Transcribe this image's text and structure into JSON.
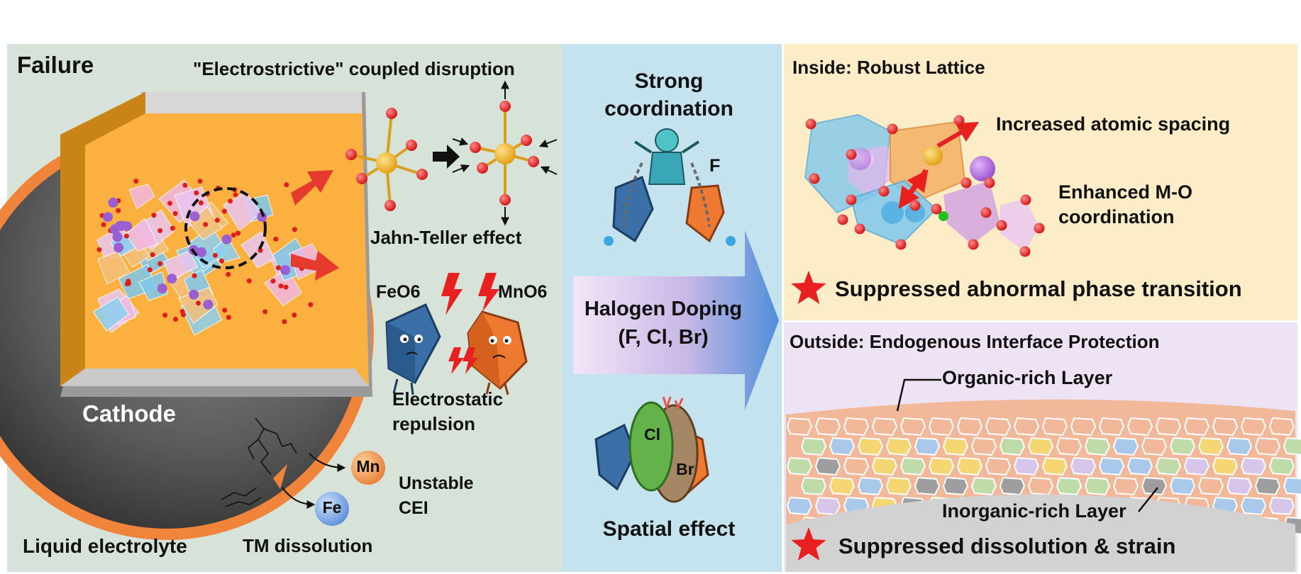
{
  "failure_panel": {
    "title": "Failure",
    "disruption_title": "\"Electrostrictive\" coupled disruption",
    "jahn_teller_label": "Jahn-Teller effect",
    "feo6_label": "FeO6",
    "mno6_label": "MnO6",
    "repulsion_label_1": "Electrostatic",
    "repulsion_label_2": "repulsion",
    "cathode_label": "Cathode",
    "mn_label": "Mn",
    "fe_label": "Fe",
    "cei_label_1": "Unstable",
    "cei_label_2": "CEI",
    "electrolyte_label": "Liquid electrolyte",
    "dissolution_label": "TM dissolution"
  },
  "doping_panel": {
    "coordination_label_1": "Strong",
    "coordination_label_2": "coordination",
    "f_label": "F",
    "doping_label_1": "Halogen Doping",
    "doping_label_2": "(F, Cl, Br)",
    "cl_label": "Cl",
    "br_label": "Br",
    "spatial_label": "Spatial effect"
  },
  "inside_panel": {
    "title": "Inside: Robust Lattice",
    "spacing_label": "Increased atomic spacing",
    "coordination_label_1": "Enhanced M-O",
    "coordination_label_2": "coordination",
    "result_label": "Suppressed abnormal phase transition"
  },
  "outside_panel": {
    "title": "Outside: Endogenous Interface Protection",
    "organic_label": "Organic-rich Layer",
    "inorganic_label": "Inorganic-rich Layer",
    "result_label": "Suppressed dissolution & strain"
  },
  "colors": {
    "failure_bg": "#d7e3d9",
    "doping_bg": "#c5e3ef",
    "inside_bg": "#fdecc8",
    "outside_bg": "#eee3f4",
    "shell_orange": "#f0843a",
    "core_orange": "#fbb040",
    "arrow_red": "#e63a2e",
    "star_red": "#e8201f",
    "doping_arrow": "#5b9ad6"
  }
}
